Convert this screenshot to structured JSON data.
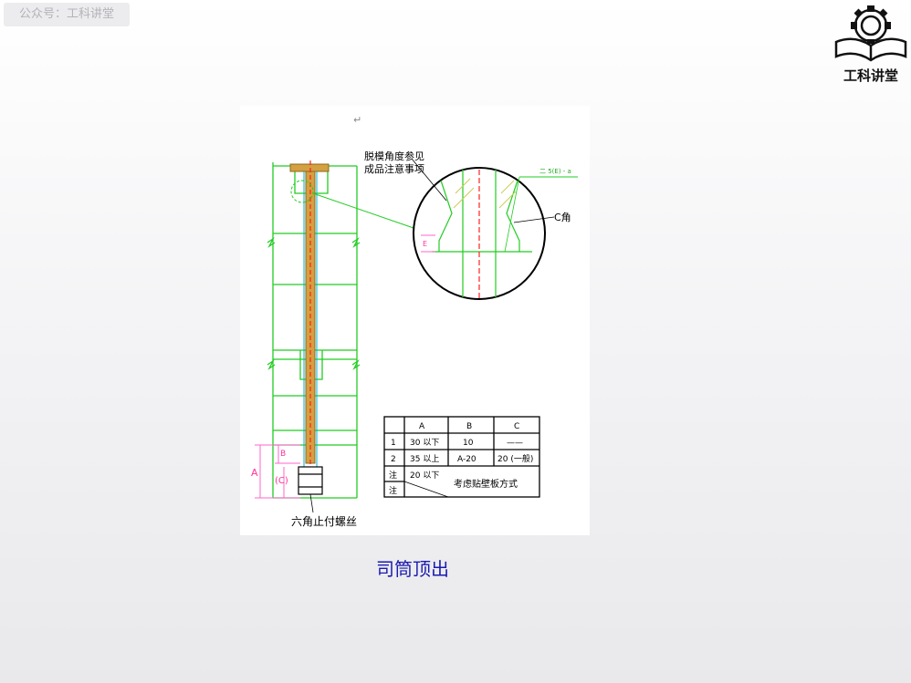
{
  "watermark": {
    "text": "公众号：工科讲堂"
  },
  "logo": {
    "text": "工科讲堂",
    "icon": "gear-book-icon"
  },
  "drawing": {
    "note_line1": "脱模角度参见",
    "note_line2": "成品注意事项",
    "c_corner": "C角",
    "small_note": "二 5(E) - a",
    "dim_a": "A",
    "dim_b": "B",
    "dim_c": "(C)",
    "dim_e": "E",
    "bottom_label": "六角止付螺丝",
    "table": {
      "headers": [
        "",
        "A",
        "B",
        "C"
      ],
      "rows": [
        [
          "1",
          "30 以下",
          "10",
          "——"
        ],
        [
          "2",
          "35 以上",
          "A-20",
          "20 (一般)"
        ],
        [
          "注",
          "20 以下",
          "考虑贴壁板方式",
          ""
        ],
        [
          "注",
          "",
          "",
          ""
        ]
      ]
    },
    "colors": {
      "outline": "#22cc22",
      "center": "#ff2020",
      "ejector": "#d4a040",
      "pink": "#ff66cc",
      "cyan": "#00b0d0"
    }
  },
  "caption": {
    "text": "司筒顶出"
  }
}
